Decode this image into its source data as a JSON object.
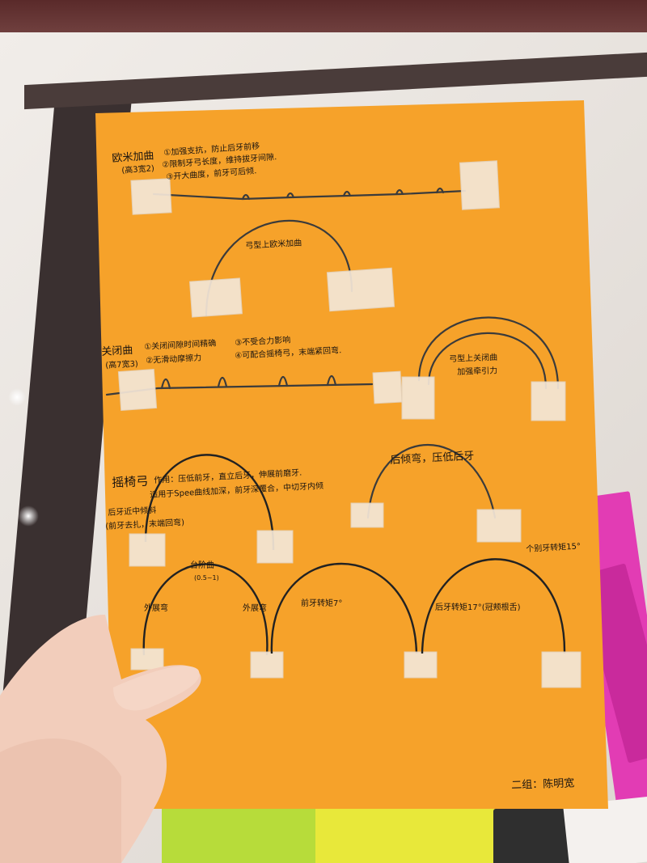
{
  "poster": {
    "sections": {
      "omega": {
        "title": "欧米加曲",
        "line1": "①加强支抗，防止后牙前移",
        "note_size": "(高3宽2)",
        "line2": "②限制牙弓长度，维持拔牙间隙.",
        "line3": "③开大曲度，前牙可后倾."
      },
      "omega_arch": {
        "label": "弓型上欧米加曲"
      },
      "closing": {
        "title": "关闭曲",
        "line1": "①关闭间隙时间精确",
        "line1b": "③不受合力影响",
        "note_size": "(高7宽3)",
        "line2": "②无滑动摩擦力",
        "line2b": "④可配合摇椅弓，末端紧回弯."
      },
      "closing_arch": {
        "label1": "弓型上关闭曲",
        "label2": "加强牵引力"
      },
      "rocking": {
        "title": "摇椅弓",
        "line1": "作用：压低前牙，直立后牙，伸展前磨牙.",
        "line2": "适用于Spee曲线加深，前牙深覆合，中切牙内倾",
        "line3": "后牙近中倾斜",
        "line4": "(前牙去扎，末端回弯)"
      },
      "tipback": {
        "label": "后倾弯，压低后牙"
      },
      "molar_torque": {
        "label": "个别牙转矩15°"
      },
      "step": {
        "title": "台阶曲",
        "size": "(0.5~1)",
        "left_label": "外展弯",
        "right_label": "外展弯"
      },
      "anterior_torque": {
        "label": "前牙转矩7°"
      },
      "posterior_torque": {
        "label": "后牙转矩17°(冠颊根舌)"
      }
    },
    "signature": "二组：陈明宽"
  },
  "colors": {
    "poster": "#f6a22a",
    "tape": "#f3e6d6",
    "wire": "#3b3b3b",
    "ink": "#1a1410",
    "magenta_board": "#e23cb4",
    "green_board": "#b7dc3a",
    "yellow_board": "#e8e83a"
  }
}
